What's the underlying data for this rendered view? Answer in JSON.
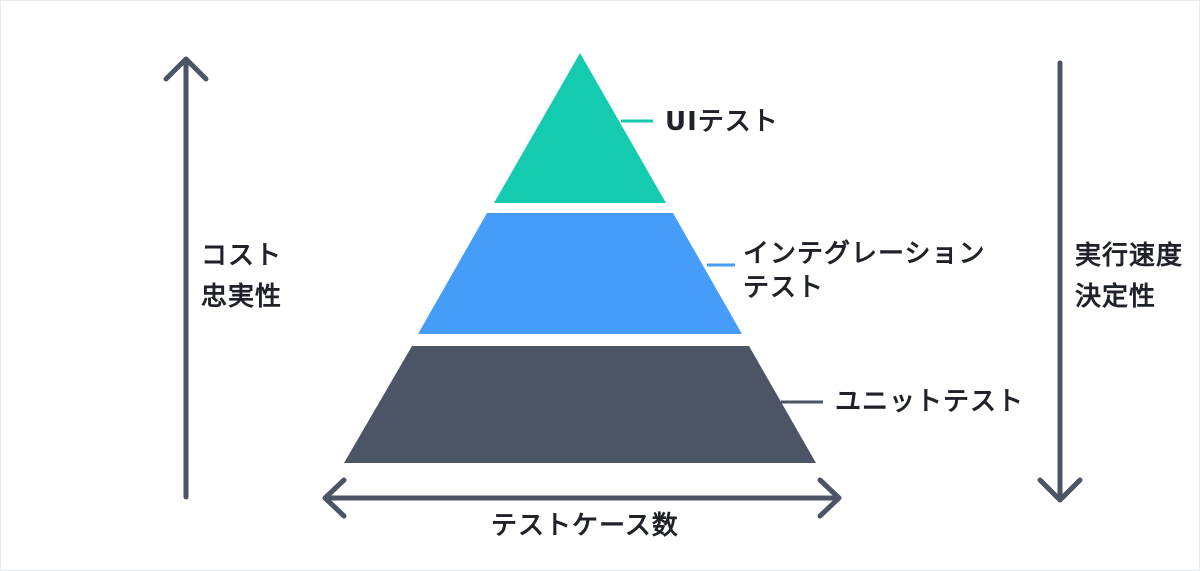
{
  "colors": {
    "ui_layer": "#14cbb0",
    "integration_layer": "#459df9",
    "unit_layer": "#4b5566",
    "arrow": "#4b5566",
    "text": "#1f2329"
  },
  "layers": {
    "ui": {
      "label": "UIテスト"
    },
    "integration": {
      "label_line1": "インテグレーション",
      "label_line2": "テスト"
    },
    "unit": {
      "label": "ユニットテスト"
    }
  },
  "left_axis": {
    "line1": "コスト",
    "line2": "忠実性"
  },
  "right_axis": {
    "line1": "実行速度",
    "line2": "決定性"
  },
  "bottom_axis": {
    "label": "テストケース数"
  }
}
